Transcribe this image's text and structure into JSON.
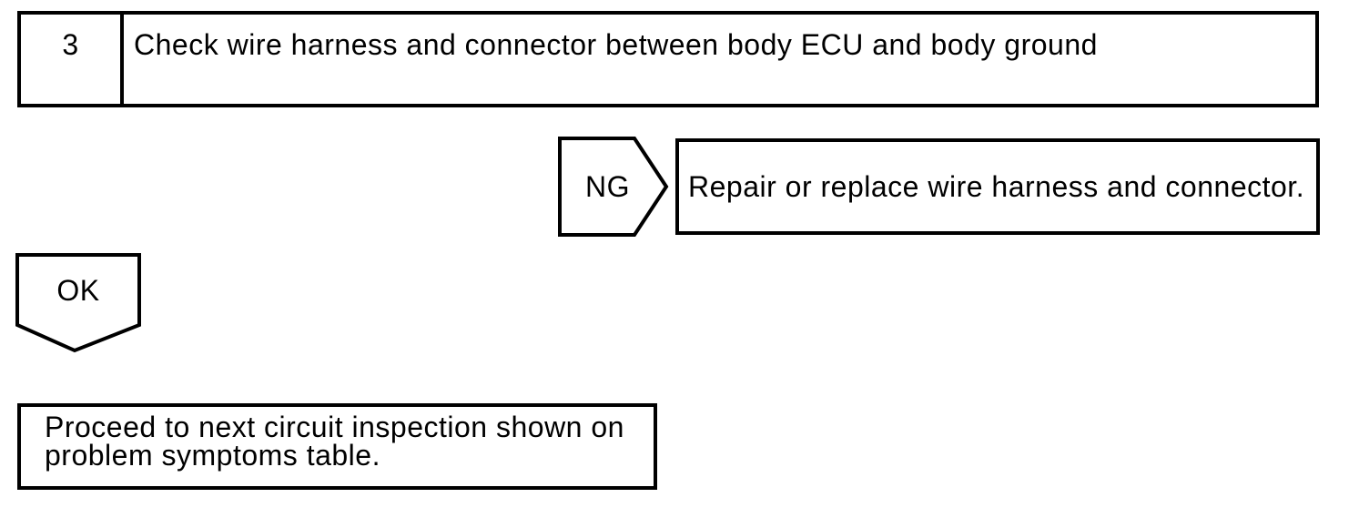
{
  "flowchart": {
    "step": {
      "number": "3",
      "title": "Check wire harness and connector between body ECU and body ground"
    },
    "ng_branch": {
      "label": "NG",
      "action": "Repair or replace wire harness and connector."
    },
    "ok_branch": {
      "label": "OK",
      "action": "Proceed to next circuit inspection shown on problem symptoms table."
    },
    "colors": {
      "line": "#000000",
      "background": "#ffffff"
    }
  }
}
